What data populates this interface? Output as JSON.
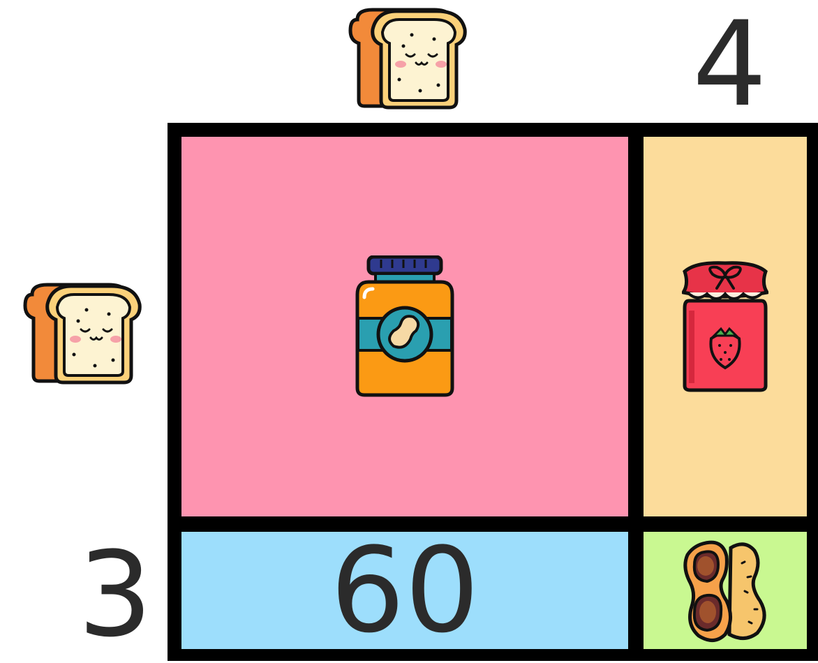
{
  "grid": {
    "top_left_number": "",
    "col2_header": "4",
    "row2_header": "3",
    "cell_bottom_left": "60"
  },
  "colors": {
    "grid_line": "#000000",
    "cell_top_left": "#fe94b0",
    "cell_top_right": "#fcdc9b",
    "cell_bottom_left": "#9ddefc",
    "cell_bottom_right": "#c9f891"
  },
  "icons": {
    "col1_header": "bread-slice-icon",
    "row1_header": "bread-slice-icon",
    "cell_top_left": "peanut-butter-jar-icon",
    "cell_top_right": "strawberry-jam-jar-icon",
    "cell_bottom_right": "peanuts-icon"
  }
}
